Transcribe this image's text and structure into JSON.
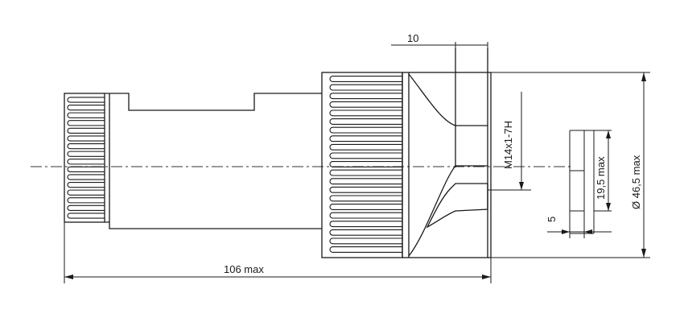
{
  "drawing": {
    "dimensions": {
      "top_width": "10",
      "overall_length": "106 max",
      "diameter": "Ø 46,5 max",
      "thread": "M14x1-7H",
      "height": "19,5 max",
      "slot": "5"
    }
  },
  "colors": {
    "line": "#1a1a1a",
    "background": "#ffffff"
  }
}
